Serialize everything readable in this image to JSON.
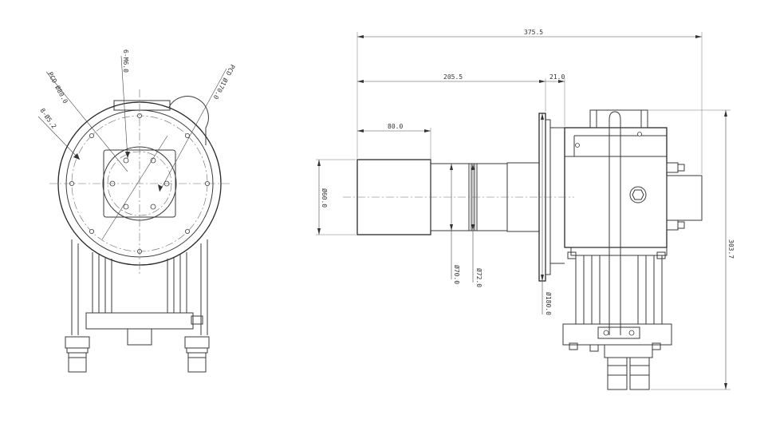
{
  "front_view": {
    "labels": {
      "holes_small": "6-M6.0",
      "pcd_small": "PCD Ø80.0",
      "pcd_large": "PCD Ø170.0",
      "holes_large": "8-Ø5.2"
    }
  },
  "side_view": {
    "dimensions": {
      "overall_length": "375.5",
      "flange_position": "205.5",
      "flange_thickness": "21.0",
      "front_length": "80.0",
      "front_diameter": "Ø60.0",
      "shaft_diameter": "Ø70.0",
      "groove_diameter": "Ø72.0",
      "flange_diameter": "Ø180.0",
      "overall_height": "303.7"
    }
  },
  "colors": {
    "line": "#3a3a3a",
    "background": "#ffffff"
  }
}
